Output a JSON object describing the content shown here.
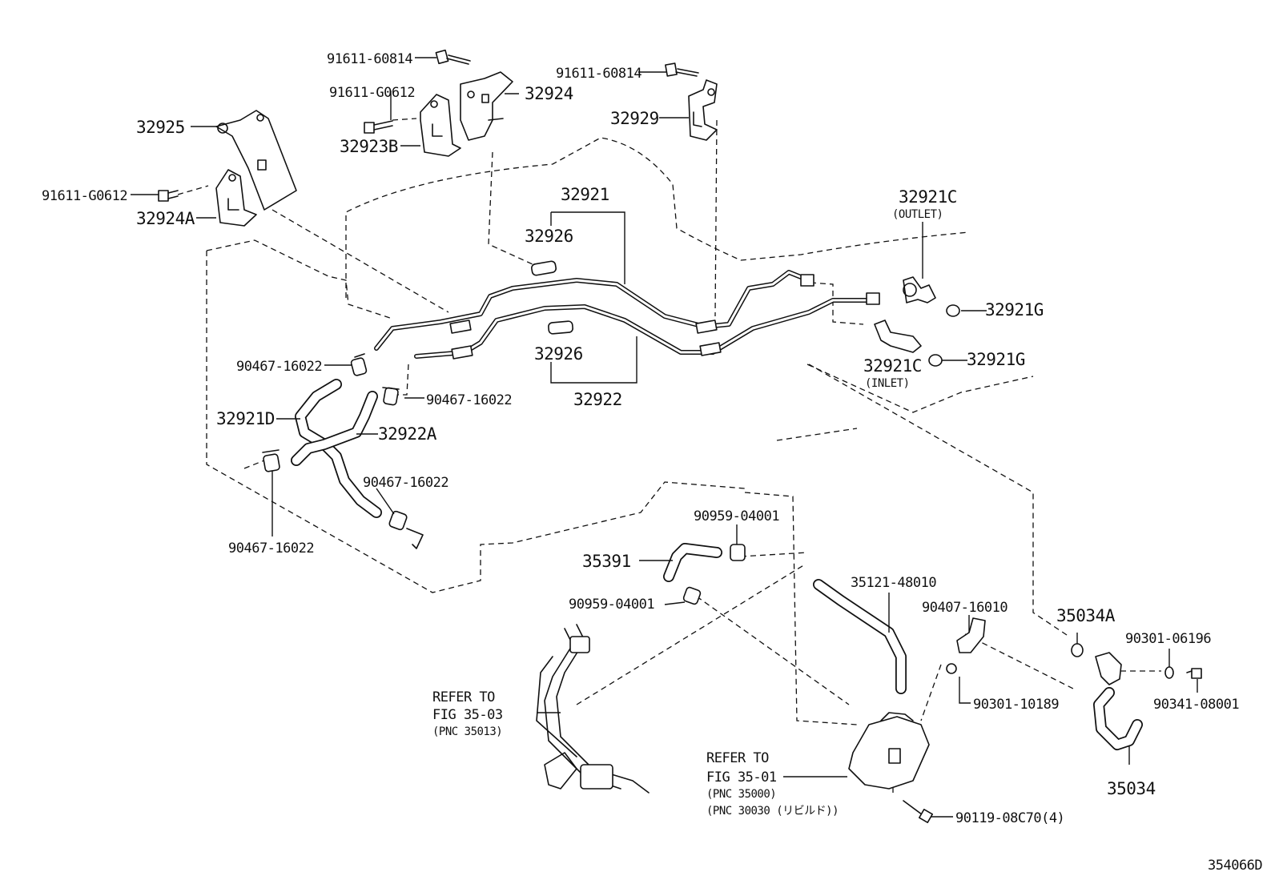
{
  "diagram_code": "354066D",
  "labels": {
    "bolt_60814_top": "91611-60814",
    "bolt_g0612_mid": "91611-G0612",
    "bracket_32924": "32924",
    "bolt_60814_right": "91611-60814",
    "bracket_32929": "32929",
    "bracket_32925": "32925",
    "bracket_32923b": "32923B",
    "bolt_g0612_left": "91611-G0612",
    "bracket_32924a": "32924A",
    "pipe_32921": "32921",
    "sleeve_32926_top": "32926",
    "sleeve_32926_bottom": "32926",
    "pipe_32922": "32922",
    "union_32921c_outlet": "32921C",
    "outlet_note": "(OUTLET)",
    "union_32921c_inlet": "32921C",
    "inlet_note": "(INLET)",
    "gasket_32921g_top": "32921G",
    "gasket_32921g_bottom": "32921G",
    "clip_90467_a": "90467-16022",
    "clip_90467_b": "90467-16022",
    "hose_32921d": "32921D",
    "hose_32922a": "32922A",
    "clip_90467_c": "90467-16022",
    "clip_90467_d": "90467-16022",
    "clip_90959_a": "90959-04001",
    "hose_35391": "35391",
    "clip_90959_b": "90959-04001",
    "hose_35121": "35121-48010",
    "union_90407": "90407-16010",
    "gasket_35034a": "35034A",
    "oring_90301_06196": "90301-06196",
    "oring_90301_10189": "90301-10189",
    "plug_90341": "90341-08001",
    "hose_35034": "35034",
    "bolt_90119": "90119-08C70(4)",
    "refer_a_line1": "REFER TO",
    "refer_a_line2": "FIG 35-03",
    "refer_a_line3": "(PNC 35013)",
    "refer_b_line1": "REFER TO",
    "refer_b_line2": "FIG 35-01",
    "refer_b_line3": "(PNC 35000)",
    "refer_b_line4": "(PNC 30030 (リビルド))"
  }
}
